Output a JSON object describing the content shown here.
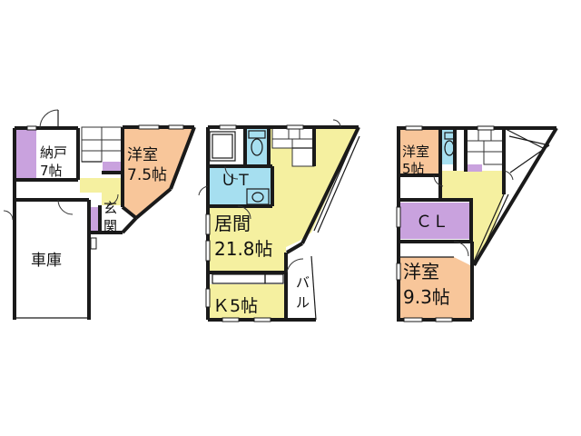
{
  "colors": {
    "storage": "#c9a2de",
    "western_room": "#f8c69a",
    "living": "#f5f0a0",
    "unit_bath": "#a6dff0",
    "closet": "#c9a2de",
    "wall": "#1a1a1a"
  },
  "floors": [
    {
      "rooms": [
        {
          "id": "storage",
          "label_lines": [
            "納戸",
            "7帖"
          ]
        },
        {
          "id": "western-room-1",
          "label_lines": [
            "洋室",
            "7.5帖"
          ]
        },
        {
          "id": "entrance",
          "label_lines": [
            "玄",
            "関"
          ]
        },
        {
          "id": "garage",
          "label_lines": [
            "車庫"
          ]
        }
      ]
    },
    {
      "rooms": [
        {
          "id": "unit-bath",
          "label_lines": [
            "ＵＴ"
          ]
        },
        {
          "id": "living",
          "label_lines": [
            "居間",
            "21.8帖"
          ]
        },
        {
          "id": "kitchen",
          "label_lines": [
            "Ｋ5帖"
          ]
        },
        {
          "id": "balcony",
          "label_lines": [
            "バ",
            "ル"
          ]
        }
      ]
    },
    {
      "rooms": [
        {
          "id": "western-room-2",
          "label_lines": [
            "洋室",
            "5帖"
          ]
        },
        {
          "id": "closet",
          "label_lines": [
            "ＣＬ"
          ]
        },
        {
          "id": "western-room-3",
          "label_lines": [
            "洋室",
            "9.3帖"
          ]
        }
      ]
    }
  ]
}
